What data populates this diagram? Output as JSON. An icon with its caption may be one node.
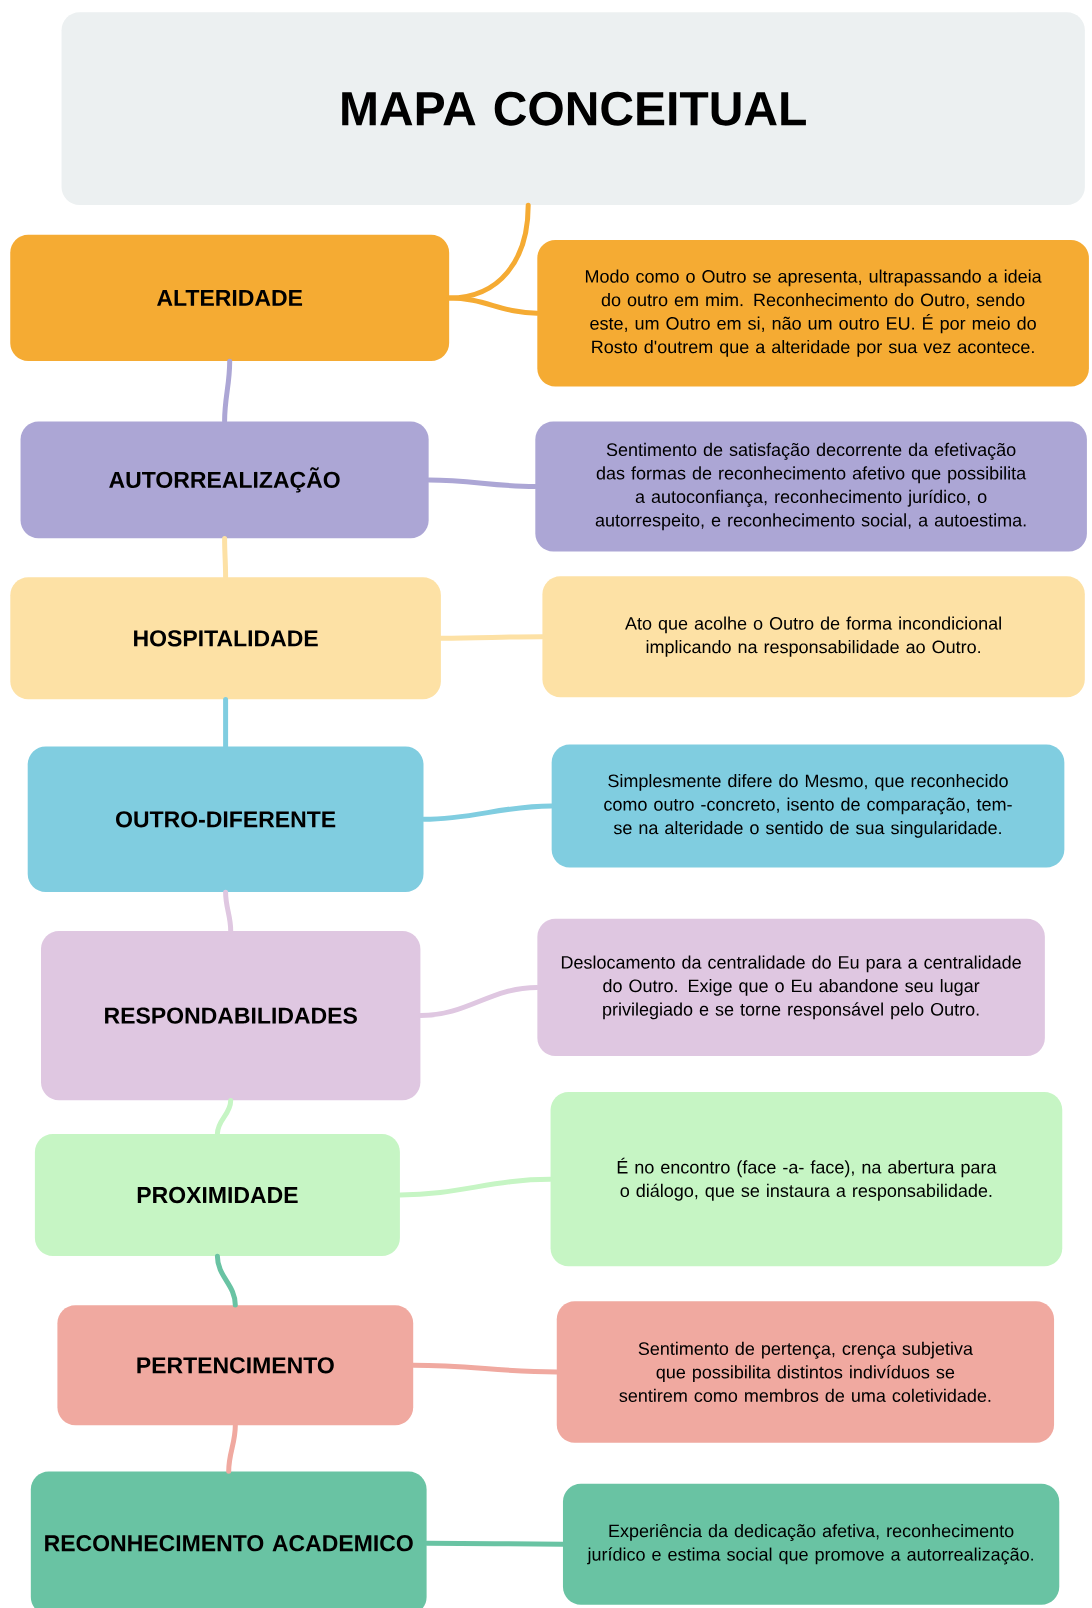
{
  "diagram": {
    "nodes": [
      {
        "text": [
          "MAPA CONCEITUAL"
        ]
      },
      {
        "text": [
          "ALTERIDADE"
        ]
      },
      {
        "text": [
          "Modo como o Outro se apresenta, ultrapassando a ideia do outro em mim. Reconhecimento do Outro, sendo este, um Outro em si, não um outro EU. É por meio do Rosto d'outrem que a alteridade por sua vez acontece."
        ]
      },
      {
        "text": [
          "AUTORREALIZAÇÃO"
        ]
      },
      {
        "text": [
          "Sentimento de satisfação decorrente da efetivação das formas de reconhecimento afetivo que possibilita a autoconfiança, reconhecimento jurídico, o autorrespeito, e reconhecimento social, a autoestima."
        ]
      },
      {
        "text": [
          "HOSPITALIDADE"
        ]
      },
      {
        "text": [
          "Ato que acolhe o Outro de forma incondicional implicando na responsabilidade ao Outro."
        ]
      },
      {
        "text": [
          "OUTRO-DIFERENTE"
        ]
      },
      {
        "text": [
          "Simplesmente difere do Mesmo, que reconhecido como outro -concreto, isento de comparação, tem-se na alteridade o sentido de sua singularidade."
        ]
      },
      {
        "text": [
          "RESPONDABILIDADES"
        ]
      },
      {
        "text": [
          "Deslocamento da centralidade do Eu para a centralidade do Outro. Exige que o Eu abandone seu lugar privilegiado e se torne responsável pelo Outro."
        ]
      },
      {
        "text": [
          "PROXIMIDADE"
        ]
      },
      {
        "text": [
          "É no encontro (face -a- face), na abertura para o diálogo, que se instaura a responsabilidade."
        ]
      },
      {
        "text": [
          "PERTENCIMENTO"
        ]
      },
      {
        "text": [
          "Sentimento de pertença, crença subjetiva que possibilita distintos indivíduos se sentirem como membros de uma coletividade."
        ]
      },
      {
        "text": [
          "RECONHECIMENTO ACADEMICO"
        ]
      },
      {
        "text": [
          "Experiência da dedicação afetiva, reconhecimento jurídico e estima social que promove a autorrealização."
        ]
      }
    ],
    "edges": [
      {
        "from": 0,
        "to": 1,
        "arrow": "none",
        "color": "#f5ab33"
      },
      {
        "from": 1,
        "to": 2,
        "arrow": "none",
        "color": "#f5ab33"
      },
      {
        "from": 1,
        "to": 3,
        "arrow": "none",
        "color": "#aca6d5"
      },
      {
        "from": 3,
        "to": 4,
        "arrow": "none",
        "color": "#aca6d5"
      },
      {
        "from": 3,
        "to": 5,
        "arrow": "none",
        "color": "#fde1a5"
      },
      {
        "from": 5,
        "to": 6,
        "arrow": "none",
        "color": "#fde1a5"
      },
      {
        "from": 5,
        "to": 7,
        "arrow": "none",
        "color": "#80cde0"
      },
      {
        "from": 7,
        "to": 8,
        "arrow": "none",
        "color": "#80cde0"
      },
      {
        "from": 7,
        "to": 9,
        "arrow": "none",
        "color": "#dfc7e1"
      },
      {
        "from": 9,
        "to": 10,
        "arrow": "none",
        "color": "#dfc7e1"
      },
      {
        "from": 9,
        "to": 11,
        "arrow": "none",
        "color": "#c6f5c4"
      },
      {
        "from": 11,
        "to": 12,
        "arrow": "none",
        "color": "#c6f5c4"
      },
      {
        "from": 11,
        "to": 13,
        "arrow": "none",
        "color": "#69c3a3"
      },
      {
        "from": 13,
        "to": 14,
        "arrow": "none",
        "color": "#f0a9a0"
      },
      {
        "from": 13,
        "to": 15,
        "arrow": "none",
        "color": "#f0a9a0"
      },
      {
        "from": 15,
        "to": 16,
        "arrow": "none",
        "color": "#69c3a3"
      }
    ]
  }
}
